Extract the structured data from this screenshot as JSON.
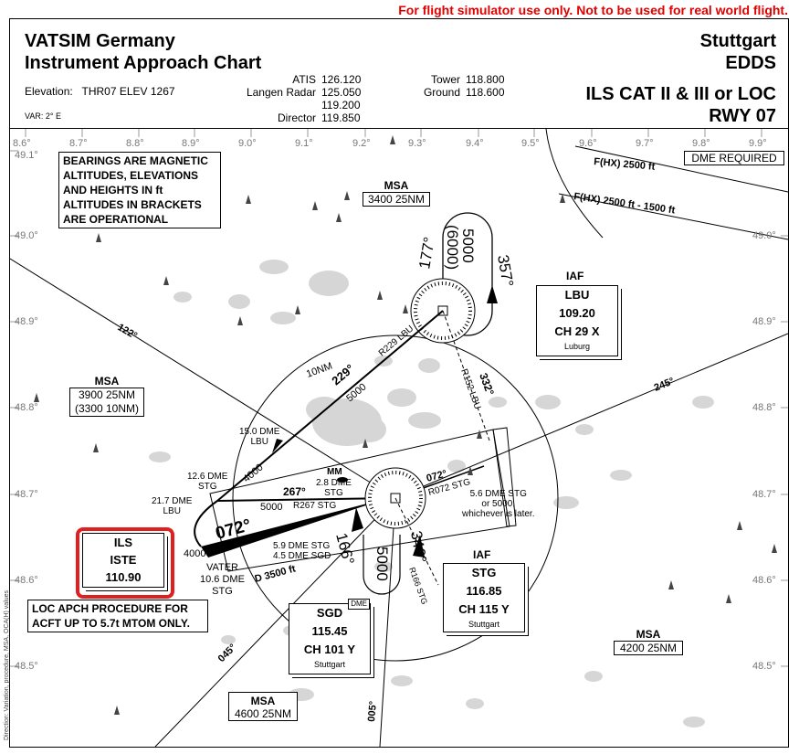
{
  "warning": "For flight simulator use only. Not to be used for real world flight.",
  "header": {
    "title_line1": "VATSIM Germany",
    "title_line2": "Instrument Approach Chart",
    "elevation": "Elevation:   THR07 ELEV 1267",
    "var": "VAR: 2° E",
    "freq_left_names": [
      "ATIS",
      "Langen Radar",
      "",
      "Director"
    ],
    "freq_left_values": [
      "126.120",
      "125.050",
      "119.200",
      "119.850"
    ],
    "freq_right_names": [
      "Tower",
      "Ground"
    ],
    "freq_right_values": [
      "118.800",
      "118.600"
    ],
    "city": "Stuttgart",
    "icao": "EDDS",
    "procedure": "ILS CAT II & III or LOC",
    "runway": "RWY 07"
  },
  "grid": {
    "lon_labels": [
      "8.6°",
      "8.7°",
      "8.8°",
      "8.9°",
      "9.0°",
      "9.1°",
      "9.2°",
      "9.3°",
      "9.4°",
      "9.5°",
      "9.6°",
      "9.7°",
      "9.8°",
      "9.9°"
    ],
    "lat_labels": [
      "49.1°",
      "49.0°",
      "48.9°",
      "48.8°",
      "48.7°",
      "48.6°",
      "48.5°"
    ]
  },
  "notes": {
    "bearings": [
      "BEARINGS ARE MAGNETIC",
      "ALTITUDES, ELEVATIONS",
      "AND HEIGHTS IN ft",
      "ALTITUDES IN BRACKETS",
      "ARE OPERATIONAL"
    ],
    "loc_apch": [
      "LOC APCH PROCEDURE FOR",
      "ACFT UP TO 5.7t MTOM ONLY."
    ],
    "dme_required": "DME REQUIRED",
    "side_text": "Direction: Variation, procedure, MSA, OCA(H) values"
  },
  "msa": [
    {
      "title": "MSA",
      "value": "3400 25NM"
    },
    {
      "title": "MSA",
      "value": "3900 25NM",
      "extra": "(3300 10NM)"
    },
    {
      "title": "MSA",
      "value": "4200 25NM"
    },
    {
      "title": "MSA",
      "value": "4600 25NM"
    }
  ],
  "navaids": {
    "lbu": {
      "iaf": "IAF",
      "ident": "LBU",
      "freq": "109.20",
      "ch": "CH 29 X",
      "name": "Luburg"
    },
    "stg": {
      "iaf": "IAF",
      "ident": "STG",
      "freq": "116.85",
      "ch": "CH 115 Y",
      "name": "Stuttgart"
    },
    "sgd": {
      "ident": "SGD",
      "freq": "115.45",
      "ch": "CH 101 Y",
      "name": "Stuttgart",
      "tag": "DME"
    },
    "iste": {
      "type": "ILS",
      "ident": "ISTE",
      "freq": "110.90"
    }
  },
  "highlight_color": "#e02020",
  "procedure_labels": {
    "hold_in": "177°",
    "hold_out": "357°",
    "hold_alt": "5000",
    "hold_alt_op": "(6000)",
    "fhx1": "F(HX) 2500 ft",
    "fhx2": "F(HX) 2500 ft - 1500 ft",
    "radial_r229": "R229 LBU",
    "radial_r152": "R152 LBU",
    "crs_332": "332°",
    "crs_229": "229°",
    "alt_229": "5000",
    "ring_10nm": "10NM",
    "crs_122": "122°",
    "crs_245": "245°",
    "dme15_a": "15.0 DME",
    "dme15_b": "LBU",
    "dme126_a": "12.6 DME",
    "dme126_b": "STG",
    "alt_4000": "4000",
    "mm": "MM",
    "dme28_a": "2.8 DME",
    "dme28_b": "STG",
    "crs_072": "072°",
    "r072": "R072 STG",
    "crs_267": "267°",
    "alt_5000": "5000",
    "r267": "R267 STG",
    "dme217_a": "21.7 DME",
    "dme217_b": "LBU",
    "final_072": "072°",
    "dme56_a": "5.6 DME STG",
    "dme56_b": "or 5000,",
    "dme56_c": "whichever is later.",
    "dme59": "5.9 DME STG",
    "dme45": "4.5 DME SGD",
    "crs_166": "166°",
    "crs_346": "346°",
    "r166": "R166 STG",
    "alt_5000b": "5000",
    "d3500": "D 3500 ft",
    "alt_4000b": "4000",
    "vater": "VATER",
    "vater_dme_a": "10.6 DME",
    "vater_dme_b": "STG",
    "crs_045": "045°",
    "crs_005": "005°"
  }
}
